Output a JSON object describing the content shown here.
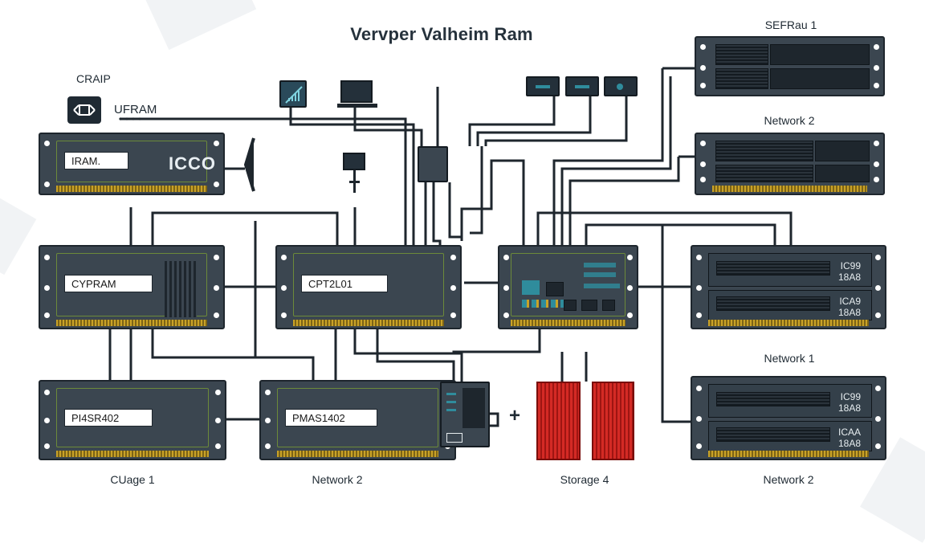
{
  "title": "Vervper Valheim Ram",
  "labels": {
    "crap": "CRAIP",
    "uf_ram": "UFRAM",
    "sefrau_1": "SEFRau 1",
    "network_2_top": "Network 2",
    "network_1": "Network 1",
    "cuage_1": "CUage 1",
    "network_2_bottom_mid": "Network 2",
    "storage_4": "Storage 4",
    "network_2_bottom_right": "Network 2"
  },
  "modules": {
    "iram": {
      "label": "IRAM.",
      "logo": "ICCO"
    },
    "cypram": {
      "label": "CYPRAM"
    },
    "cpt": {
      "label": "CPT2L01"
    },
    "pi4s": {
      "label": "PI4SR402"
    },
    "pmas": {
      "label": "PMAS1402"
    },
    "server_mid_right": {
      "line1": "IC99",
      "line2": "18A8",
      "line3": "ICA9",
      "line4": "18A8"
    },
    "server_bottom_right": {
      "line1": "IC99",
      "line2": "18A8",
      "line3": "ICAA",
      "line4": "18A8"
    }
  },
  "symbols": {
    "plus": "+"
  },
  "colors": {
    "module_body": "#3b4650",
    "wire": "#1e262d",
    "gold_contacts": "#c9a227",
    "storage_red": "#d42a25",
    "accent_teal": "#2f8c9c"
  }
}
